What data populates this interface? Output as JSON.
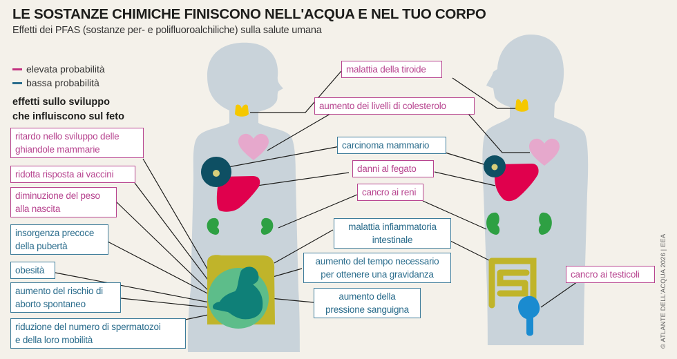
{
  "header": {
    "title": "LE SOSTANZE CHIMICHE FINISCONO NELL'ACQUA E NEL TUO CORPO",
    "subtitle": "Effetti dei PFAS (sostanze per- e polifluoroalchiliche) sulla salute umana"
  },
  "legend": {
    "items": [
      {
        "label": "elevata probabilità",
        "color": "#c2307f"
      },
      {
        "label": "bassa probabilità",
        "color": "#2a6c8c"
      }
    ]
  },
  "fetus_section": {
    "heading_line1": "effetti sullo sviluppo",
    "heading_line2": "che influiscono sul feto",
    "labels": [
      {
        "line1": "ritardo nello sviluppo delle",
        "line2": "ghiandole mammarie",
        "probability": "high"
      },
      {
        "line1": "ridotta risposta ai vaccini",
        "probability": "high"
      },
      {
        "line1": "diminuzione del peso",
        "line2": "alla nascita",
        "probability": "high"
      },
      {
        "line1": "insorgenza precoce",
        "line2": "della pubertà",
        "probability": "low"
      },
      {
        "line1": "obesità",
        "probability": "low"
      },
      {
        "line1": "aumento del rischio di",
        "line2": "aborto spontaneo",
        "probability": "low"
      },
      {
        "line1": "riduzione del numero di spermatozoi",
        "line2": "e della loro mobilità",
        "probability": "low"
      }
    ]
  },
  "body_labels": [
    {
      "line1": "malattia della tiroide",
      "probability": "high",
      "organ": "thyroid"
    },
    {
      "line1": "aumento dei livelli di colesterolo",
      "probability": "high",
      "organ": "heart"
    },
    {
      "line1": "carcinoma mammario",
      "probability": "low",
      "organ": "breast"
    },
    {
      "line1": "danni al fegato",
      "probability": "high",
      "organ": "liver"
    },
    {
      "line1": "cancro ai reni",
      "probability": "high",
      "organ": "kidneys"
    },
    {
      "line1": "malattia infiammatoria",
      "line2": "intestinale",
      "probability": "low",
      "organ": "intestine"
    },
    {
      "line1": "aumento del tempo necessario",
      "line2": "per ottenere una gravidanza",
      "probability": "low",
      "organ": "uterus"
    },
    {
      "line1": "aumento della",
      "line2": "pressione sanguigna",
      "probability": "low",
      "organ": "pregnancy"
    },
    {
      "line1": "cancro ai testicoli",
      "probability": "high",
      "organ": "testicles"
    }
  ],
  "colors": {
    "background": "#f4f1ea",
    "silhouette": "#c9d3da",
    "thyroid": "#f5c800",
    "heart": "#e6a8cc",
    "breast_outer": "#0e4f63",
    "breast_inner": "#d8cf7a",
    "liver": "#e0004d",
    "kidney": "#2ea043",
    "intestine": "#c0b42a",
    "womb": "#5dbd8a",
    "fetus": "#0f8078",
    "testicles": "#1a8bd0",
    "high_border": "#b7448f",
    "low_border": "#3d7c9a"
  },
  "credit": "© ATLANTE DELL'ACQUA 2026 | EEA"
}
